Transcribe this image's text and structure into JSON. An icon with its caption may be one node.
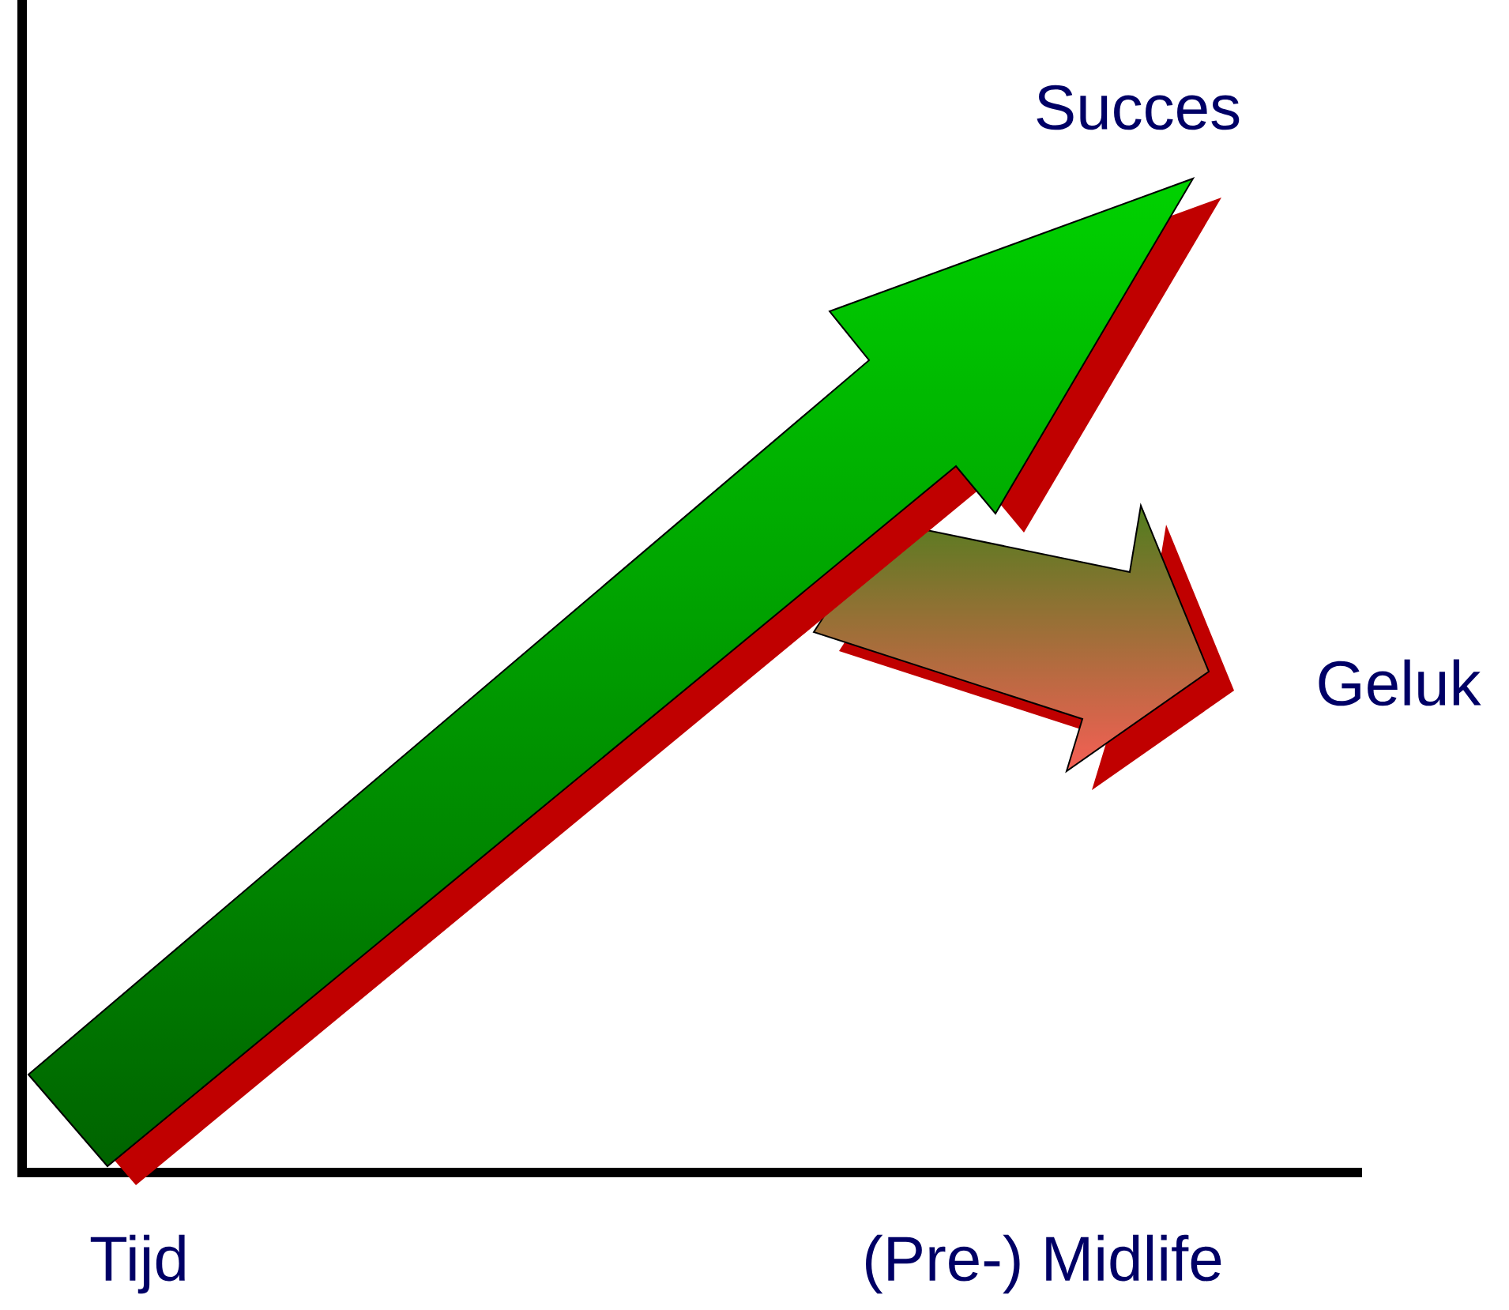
{
  "diagram": {
    "labels": [
      "Succes",
      "Geluk",
      "Tijd",
      "(Pre-) Midlife"
    ]
  }
}
